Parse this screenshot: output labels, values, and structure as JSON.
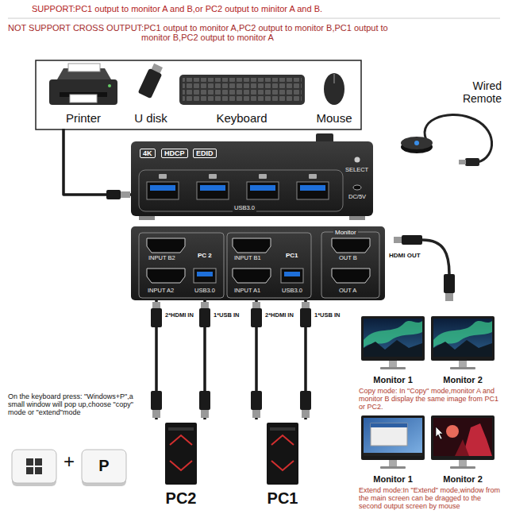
{
  "diagram": {
    "nodes": [
      {
        "text": [
          "Printer"
        ]
      },
      {
        "text": [
          "U disk"
        ]
      },
      {
        "text": [
          "Keyboard"
        ]
      },
      {
        "text": [
          "Mouse"
        ]
      },
      {
        "text": [
          "Wired Remote"
        ]
      },
      {
        "text": [
          "4K",
          "HDCP",
          "EDID",
          "SELECT",
          "DC/5V",
          "USB3.0"
        ]
      },
      {
        "text": [
          "Monitor",
          "INPUT B2",
          "PC 2",
          "INPUT B1",
          "PC1",
          "OUT B",
          "INPUT A2",
          "USB3.0",
          "INPUT A1",
          "USB3.0",
          "OUT A"
        ]
      },
      {
        "text": [
          "PC2"
        ]
      },
      {
        "text": [
          "PC1"
        ]
      },
      {
        "text": [
          "Monitor 1"
        ]
      },
      {
        "text": [
          "Monitor 2"
        ]
      },
      {
        "text": [
          "Monitor 1"
        ]
      },
      {
        "text": [
          "Monitor 2"
        ]
      },
      {
        "text": [
          "P"
        ]
      }
    ],
    "edges": [
      {
        "from": 0,
        "to": 5,
        "arrow": "none"
      },
      {
        "from": 6,
        "to": 7,
        "label": "2*HDMI IN",
        "arrow": "none"
      },
      {
        "from": 6,
        "to": 7,
        "label": "1*USB IN",
        "arrow": "none"
      },
      {
        "from": 6,
        "to": 8,
        "label": "2*HDMI IN",
        "arrow": "none"
      },
      {
        "from": 6,
        "to": 8,
        "label": "1*USB IN",
        "arrow": "none"
      }
    ],
    "labels": [
      "SUPPORT:PC1 output to monitor A and B,or PC2 output to minitor A and B.",
      "NOT SUPPORT CROSS OUTPUT:PC1 output to monitor A,PC2 output to monitor B,PC1 output to monitor B,PC2 output to monitor A",
      "HDMI OUT",
      "On the keyboard press: \"Windows+P\",a small window will pop up,choose \"copy\" mode or \"extend\"mode",
      "+",
      "Copy mode: In \"Copy\" mode,monitor A and monitor B display the same image from PC1 or PC2.",
      "Extend mode:In \"Extend\" mode,window from the main screen can be dragged to the second output screen by mouse"
    ]
  }
}
